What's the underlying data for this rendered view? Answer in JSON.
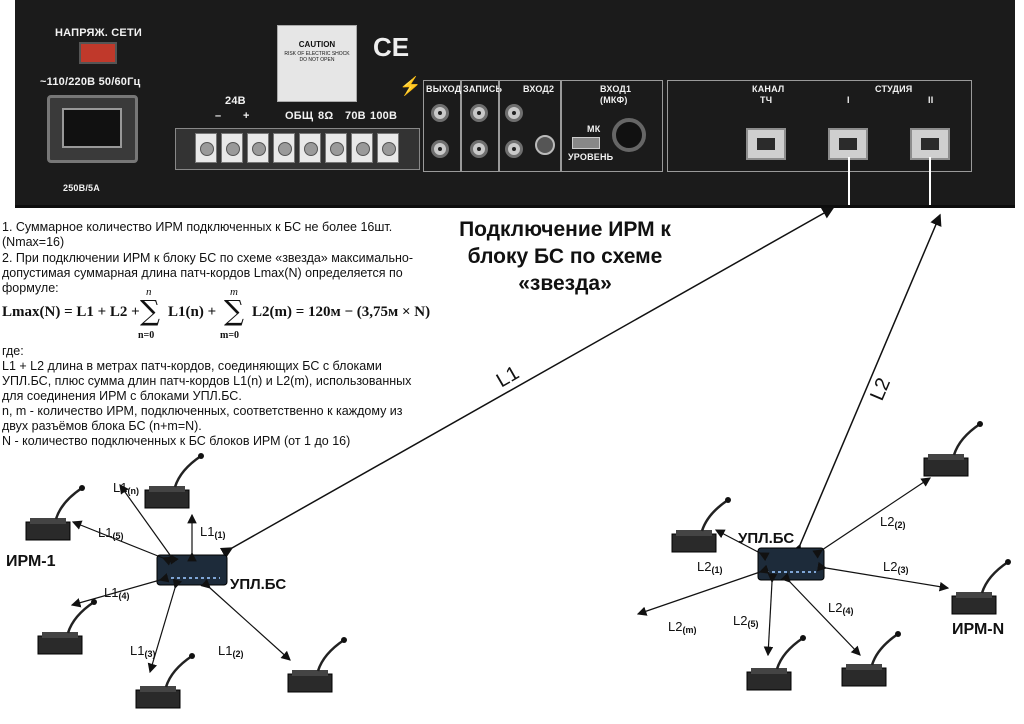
{
  "panel": {
    "mains_voltage_label": "НАПРЯЖ. СЕТИ",
    "mains_spec": "~110/220В 50/60Гц",
    "fuse": "250В/5А",
    "caution_title": "CAUTION",
    "caution_sub": "RISK OF ELECTRIC SHOCK DO NOT OPEN",
    "ce_mark": "CE",
    "v24": "24В",
    "minus": "–",
    "plus": "+",
    "common": "ОБЩ",
    "ohm8": "8Ω",
    "v70": "70В",
    "v100": "100В",
    "output": "ВЫХОД",
    "record": "ЗАПИСЬ",
    "input2": "ВХОД2",
    "input1": "ВХОД1",
    "input1_sub": "(МКФ)",
    "mk": "МК",
    "level": "УРОВЕНЬ",
    "channel": "КАНАЛ",
    "channel_sub": "ТЧ",
    "studio": "СТУДИЯ",
    "studio_1": "I",
    "studio_2": "II"
  },
  "notes": {
    "line1": "1. Суммарное количество ИРМ подключенных к БС не более 16шт.",
    "line2": "(Nmax=16)",
    "line3": "2. При подключении ИРМ к блоку БС по схеме «звезда» максимально-",
    "line4": "допустимая суммарная длина патч-кордов Lmax(N) определяется по",
    "line5": "формуле:",
    "formula_left": "Lmax(N) = L1 + L2 + ",
    "formula_sum1": "L1(n) + ",
    "formula_sum2": "L2(m) = 120м − (3,75м × N)",
    "sum_top1": "n",
    "sum_bot1": "n=0",
    "sum_top2": "m",
    "sum_bot2": "m=0",
    "sigma": "∑",
    "line6": "где:",
    "line7": "L1 + L2 длина в метрах патч-кордов, соединяющих БС с блоками",
    "line8": "УПЛ.БС, плюс сумма длин патч-кордов L1(n) и L2(m),  использованных",
    "line9": "для соединения ИРМ с блоками УПЛ.БС.",
    "line10": "n, m - количество ИРМ, подключенных, соответственно к каждому из",
    "line11": "двух разъёмов блока БС (n+m=N).",
    "line12": "N - количество подключенных к БС блоков ИРМ (от 1 до 16)"
  },
  "title": {
    "line1": "Подключение ИРМ к",
    "line2": "блоку БС по схеме",
    "line3": "«звезда»"
  },
  "diagram": {
    "L1": "L1",
    "L2": "L2",
    "hub_label": "УПЛ.БС",
    "irm1": "ИРМ-1",
    "irmN": "ИРМ-N",
    "left": {
      "L1n": {
        "main": "L1",
        "sub": "(n)"
      },
      "L1_1": {
        "main": "L1",
        "sub": "(1)"
      },
      "L1_5": {
        "main": "L1",
        "sub": "(5)"
      },
      "L1_4": {
        "main": "L1",
        "sub": "(4)"
      },
      "L1_3": {
        "main": "L1",
        "sub": "(3)"
      },
      "L1_2": {
        "main": "L1",
        "sub": "(2)"
      }
    },
    "right": {
      "L2_2": {
        "main": "L2",
        "sub": "(2)"
      },
      "L2_1": {
        "main": "L2",
        "sub": "(1)"
      },
      "L2_3": {
        "main": "L2",
        "sub": "(3)"
      },
      "L2_5": {
        "main": "L2",
        "sub": "(5)"
      },
      "L2_4": {
        "main": "L2",
        "sub": "(4)"
      },
      "L2_m": {
        "main": "L2",
        "sub": "(m)"
      }
    }
  }
}
